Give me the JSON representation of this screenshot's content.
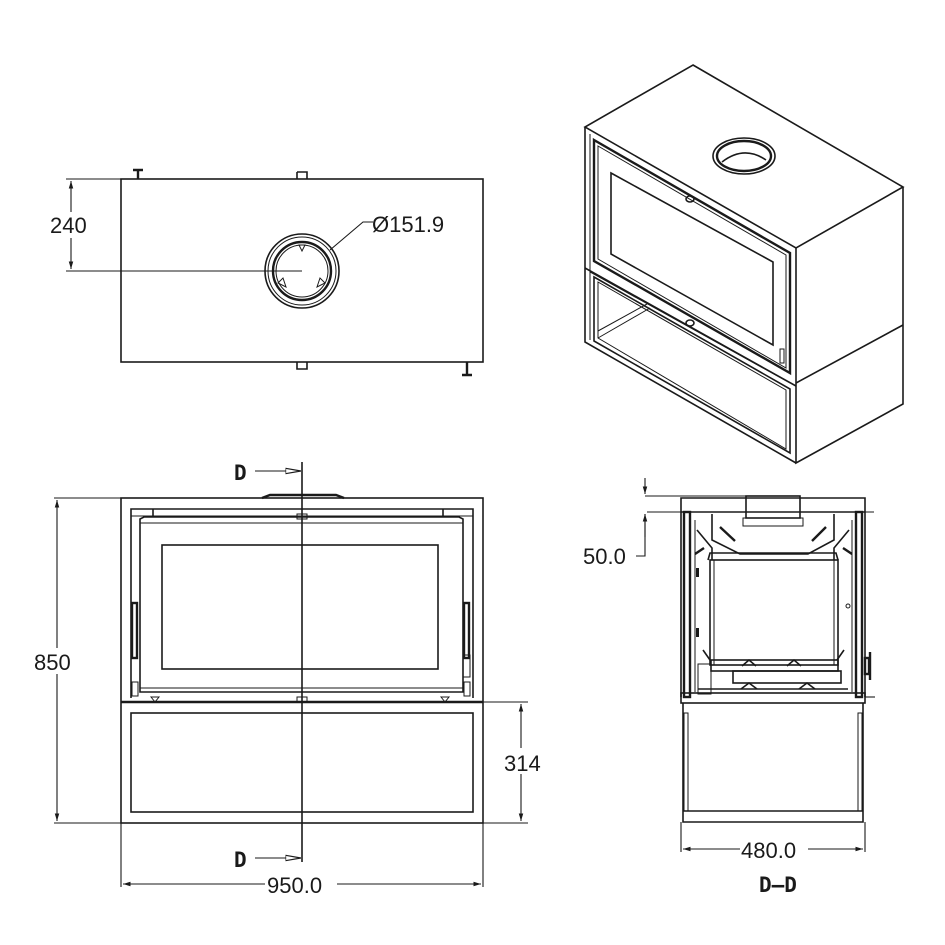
{
  "drawing": {
    "subject": "fireplace stove technical drawing",
    "line_color": "#1a1a1a",
    "background": "#ffffff"
  },
  "top_view": {
    "dim_flue_offset": "240",
    "dim_flue_diameter": "Ø151.9"
  },
  "front_view": {
    "dim_height": "850",
    "dim_base_height": "314",
    "dim_width": "950.0",
    "section_marker_top": "D",
    "section_marker_bottom": "D"
  },
  "section_view": {
    "dim_top_offset": "50.0",
    "dim_depth": "480.0",
    "title": "D–D"
  },
  "isometric_view": {
    "label": ""
  }
}
